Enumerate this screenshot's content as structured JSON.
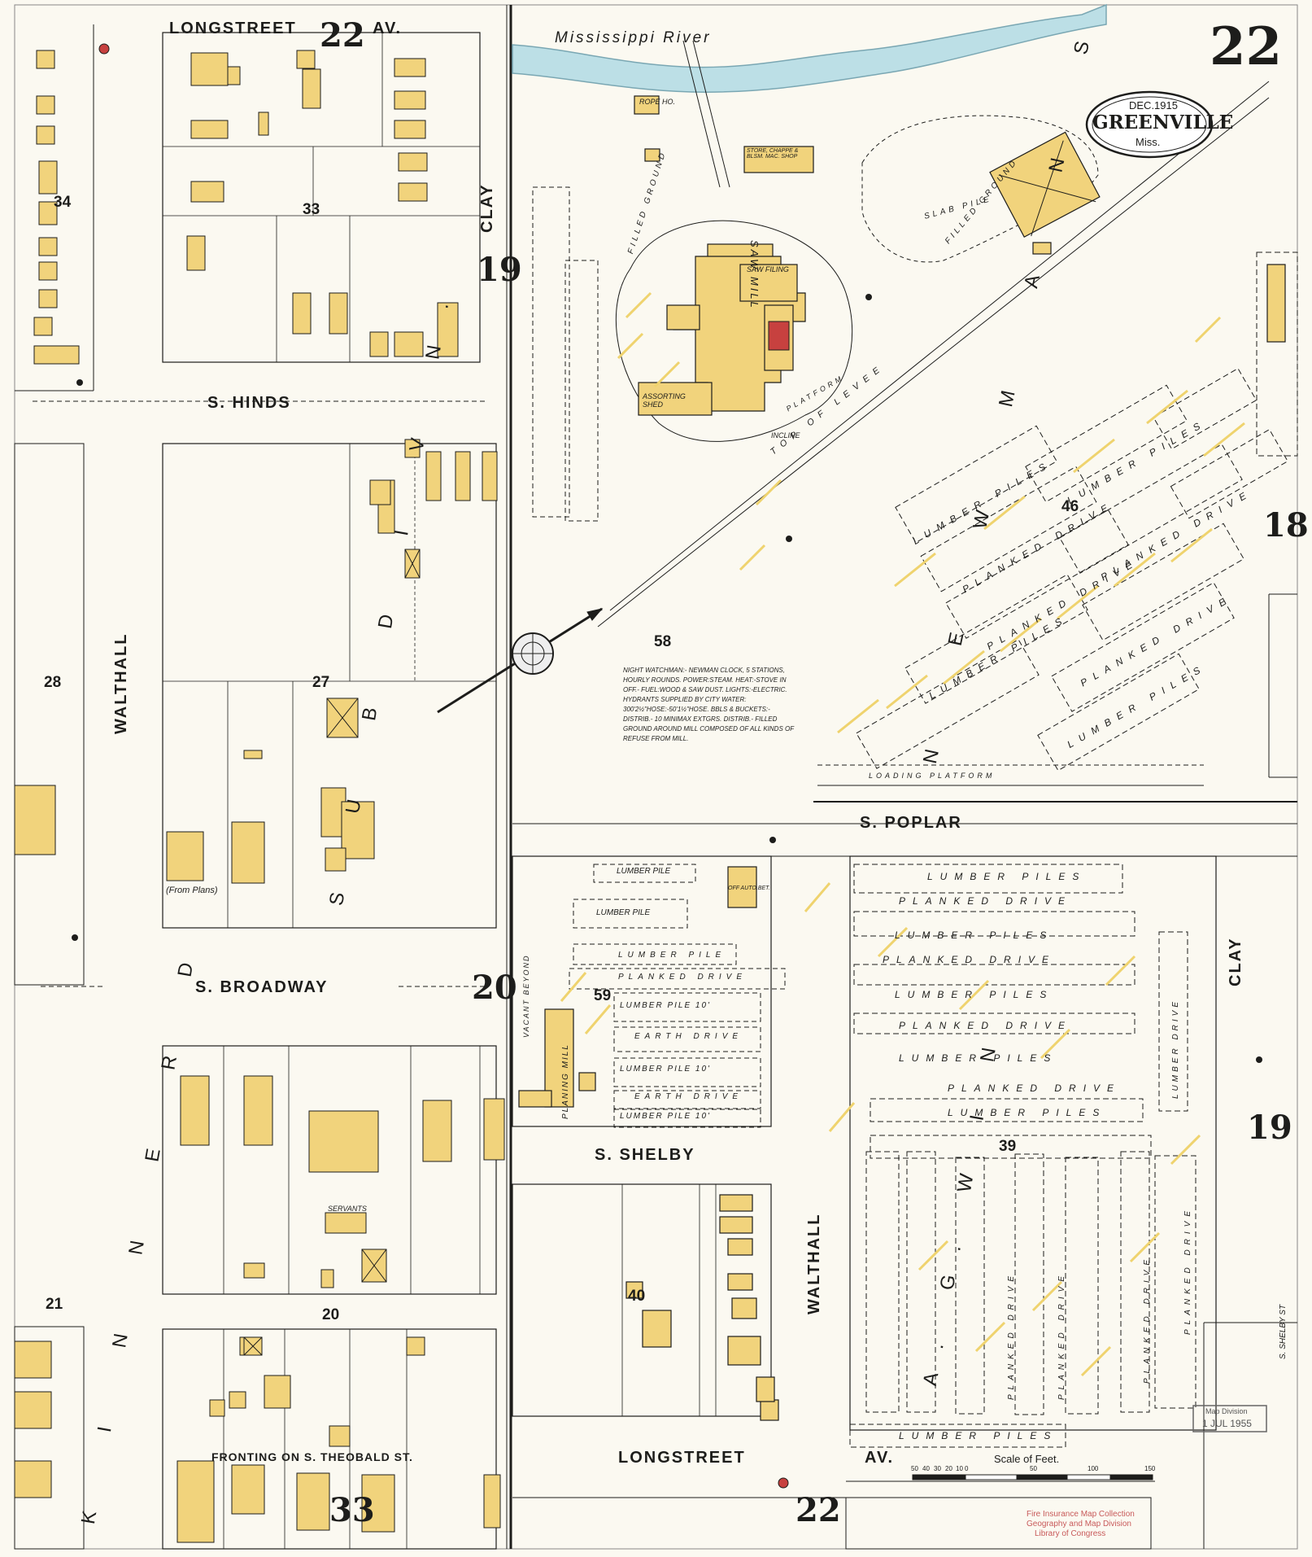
{
  "map": {
    "sheet_number": "22",
    "date": "DEC.1915",
    "city": "GREENVILLE",
    "state": "Miss.",
    "river": "Mississippi River",
    "scale_label": "Scale of Feet.",
    "scale_ticks": [
      "50",
      "40",
      "30",
      "20",
      "10",
      "0",
      "50",
      "100",
      "150"
    ],
    "stamp_date": "1 JUL 1955",
    "stamp_dept": "Map Division",
    "credit": [
      "Fire Insurance Map Collection",
      "Geography and Map Division",
      "Library of Congress"
    ]
  },
  "streets": {
    "longstreet_top": "LONGSTREET",
    "av_top": "AV.",
    "hinds": "S. HINDS",
    "broadway": "S. BROADWAY",
    "poplar": "S. POPLAR",
    "shelby": "S. SHELBY",
    "longstreet_bottom": "LONGSTREET",
    "av_bottom": "AV.",
    "walthall_left": "WALTHALL",
    "walthall_right": "WALTHALL",
    "clay_top": "CLAY",
    "clay_right": "CLAY",
    "shelby_st": "S. SHELBY ST",
    "fronting": "FRONTING   ON   S. THEOBALD   ST."
  },
  "blocks": [
    "34",
    "33",
    "28",
    "27",
    "21",
    "20",
    "58",
    "46",
    "59",
    "40",
    "39"
  ],
  "adjoining_sheets": [
    "22",
    "19",
    "20",
    "18",
    "19",
    "33",
    "22"
  ],
  "subdivision_left": "S   U   B   D   I   V   N.",
  "subdivision_kinnerd": "K   I   N   N   E   R   D",
  "subdivision_newman": "N   E   W   M   A   N   S.",
  "subdivision_agwinn": "A.  G.  W   I   N",
  "mill_labels": {
    "saw_mill": "SAW MILL",
    "saw_filing": "SAW FILING",
    "assorting_shed": "ASSORTING SHED",
    "rope_ho": "ROPE HO.",
    "store": "STORE, CHAPPE & BLSM. MAC. SHOP",
    "slab_pile": "SLAB PILE",
    "filled_ground": "FILLED GROUND",
    "incline": "INCLINE",
    "platform": "PLATFORM",
    "top_of_levee": "TOP OF LEVEE",
    "planing_mill": "PLANING MILL",
    "loading_platform": "LOADING PLATFORM",
    "vacant_beyond": "VACANT BEYOND",
    "off_auto_bet": "OFF AUTO.BET.",
    "servants": "SERVANTS",
    "from_plans": "(From Plans)"
  },
  "mill_notes": "NIGHT WATCHMAN:- NEWMAN CLOCK, 5 STATIONS, HOURLY ROUNDS. POWER:STEAM. HEAT:-STOVE IN OFF.- FUEL:WOOD & SAW DUST. LIGHTS:-ELECTRIC. HYDRANTS SUPPLIED BY CITY WATER: 300'2½\"HOSE:-50'1½\"HOSE. BBLS & BUCKETS:-DISTRIB.- 10 MINIMAX EXTGRS. DISTRIB.- FILLED GROUND AROUND MILL COMPOSED OF ALL KINDS OF REFUSE FROM MILL.",
  "pile_labels": {
    "lumber_piles": "LUMBER   PILES",
    "planked_drive": "PLANKED   DRIVE",
    "lumber_pile": "LUMBER PILE",
    "lumber_pile_10": "LUMBER PILE 10'",
    "earth_drive": "EARTH   DRIVE",
    "lumber_drive": "LUMBER DRIVE",
    "lumber_pile_vert": "LUMBER PILE 10'"
  },
  "colors": {
    "paper": "#fbf9f1",
    "frame_building": "#f1d37c",
    "line": "#1d1d1b",
    "river": "#bcdfe6",
    "hatch": "#efd36e",
    "hydrant": "#c7413f"
  }
}
